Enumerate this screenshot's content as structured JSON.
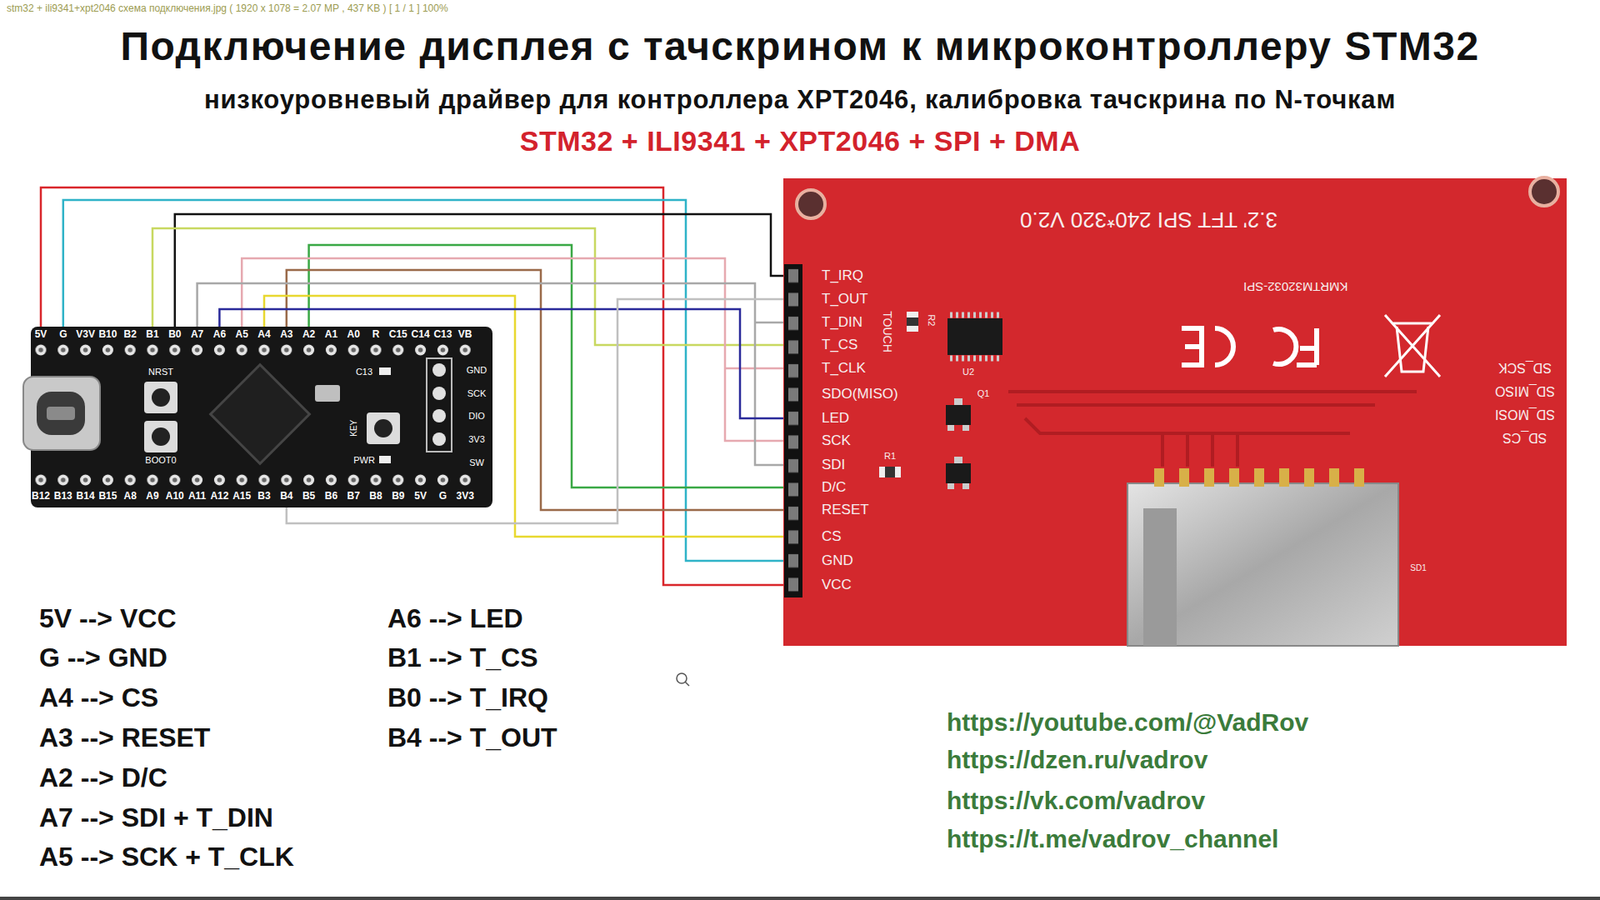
{
  "diagram": {
    "title": "Подключение дисплея с тачскрином к микроконтроллеру STM32",
    "nodes": [
      {
        "text": [
          "5V",
          "G",
          "V3V",
          "B10",
          "B2",
          "B1",
          "B0",
          "A7",
          "A6",
          "A5",
          "A4",
          "A3",
          "A2",
          "A1",
          "A0",
          "R",
          "C15",
          "C14",
          "C13",
          "VB",
          "B12",
          "B13",
          "B14",
          "B15",
          "A8",
          "A9",
          "A10",
          "A11",
          "A12",
          "A15",
          "B3",
          "B4",
          "B5",
          "B6",
          "B7",
          "B8",
          "B9",
          "5V",
          "G",
          "3V3",
          "NRST",
          "BOOT0",
          "C13",
          "KEY",
          "PWR",
          "GND",
          "SCK",
          "DIO",
          "3V3",
          "SW"
        ]
      },
      {
        "text": [
          "T_IRQ",
          "T_OUT",
          "T_DIN",
          "T_CS",
          "T_CLK",
          "SDO(MISO)",
          "LED",
          "SCK",
          "SDI",
          "D/C",
          "RESET",
          "CS",
          "GND",
          "VCC",
          "3.2' TFT SPI 240*320 V2.0",
          "KMRTM32032-SPI",
          "TOUCH",
          "U2",
          "R2",
          "Q1",
          "R1",
          "SD_SCK",
          "SD_MISO",
          "SD_MOSI",
          "SD_CS",
          "SD1"
        ]
      }
    ],
    "edges": [
      {
        "from": 0,
        "to": 1,
        "arrow": "none"
      },
      {
        "from": 0,
        "to": 1,
        "arrow": "none"
      },
      {
        "from": 0,
        "to": 1,
        "arrow": "none"
      },
      {
        "from": 0,
        "to": 1,
        "arrow": "none"
      },
      {
        "from": 0,
        "to": 1,
        "arrow": "none"
      },
      {
        "from": 0,
        "to": 1,
        "arrow": "none"
      },
      {
        "from": 0,
        "to": 1,
        "arrow": "none"
      },
      {
        "from": 0,
        "to": 1,
        "arrow": "none"
      },
      {
        "from": 0,
        "to": 1,
        "arrow": "none"
      },
      {
        "from": 0,
        "to": 1,
        "arrow": "none"
      },
      {
        "from": 0,
        "to": 1,
        "arrow": "none"
      }
    ],
    "labels": [
      "stm32 + ili9341+xpt2046 схема подключения.jpg ( 1920 x 1078 = 2.07 MP , 437 KB ) [ 1 / 1 ] 100%",
      "низкоуровневый драйвер для контроллера XPT2046, калибровка тачскрина по N-точкам",
      "STM32 + ILI9341 + XPT2046 + SPI + DMA",
      "5V --> VCC",
      "G --> GND",
      "A4 --> CS",
      "A3 --> RESET",
      "A2 --> D/C",
      "A7 --> SDI + T_DIN",
      "A5 --> SCK + T_CLK",
      "A6 --> LED",
      "B1 --> T_CS",
      "B0 --> T_IRQ",
      "B4 --> T_OUT",
      "https://youtube.com/@VadRov",
      "https://dzen.ru/vadrov",
      "https://vk.com/vadrov",
      "https://t.me/vadrov_channel"
    ]
  }
}
